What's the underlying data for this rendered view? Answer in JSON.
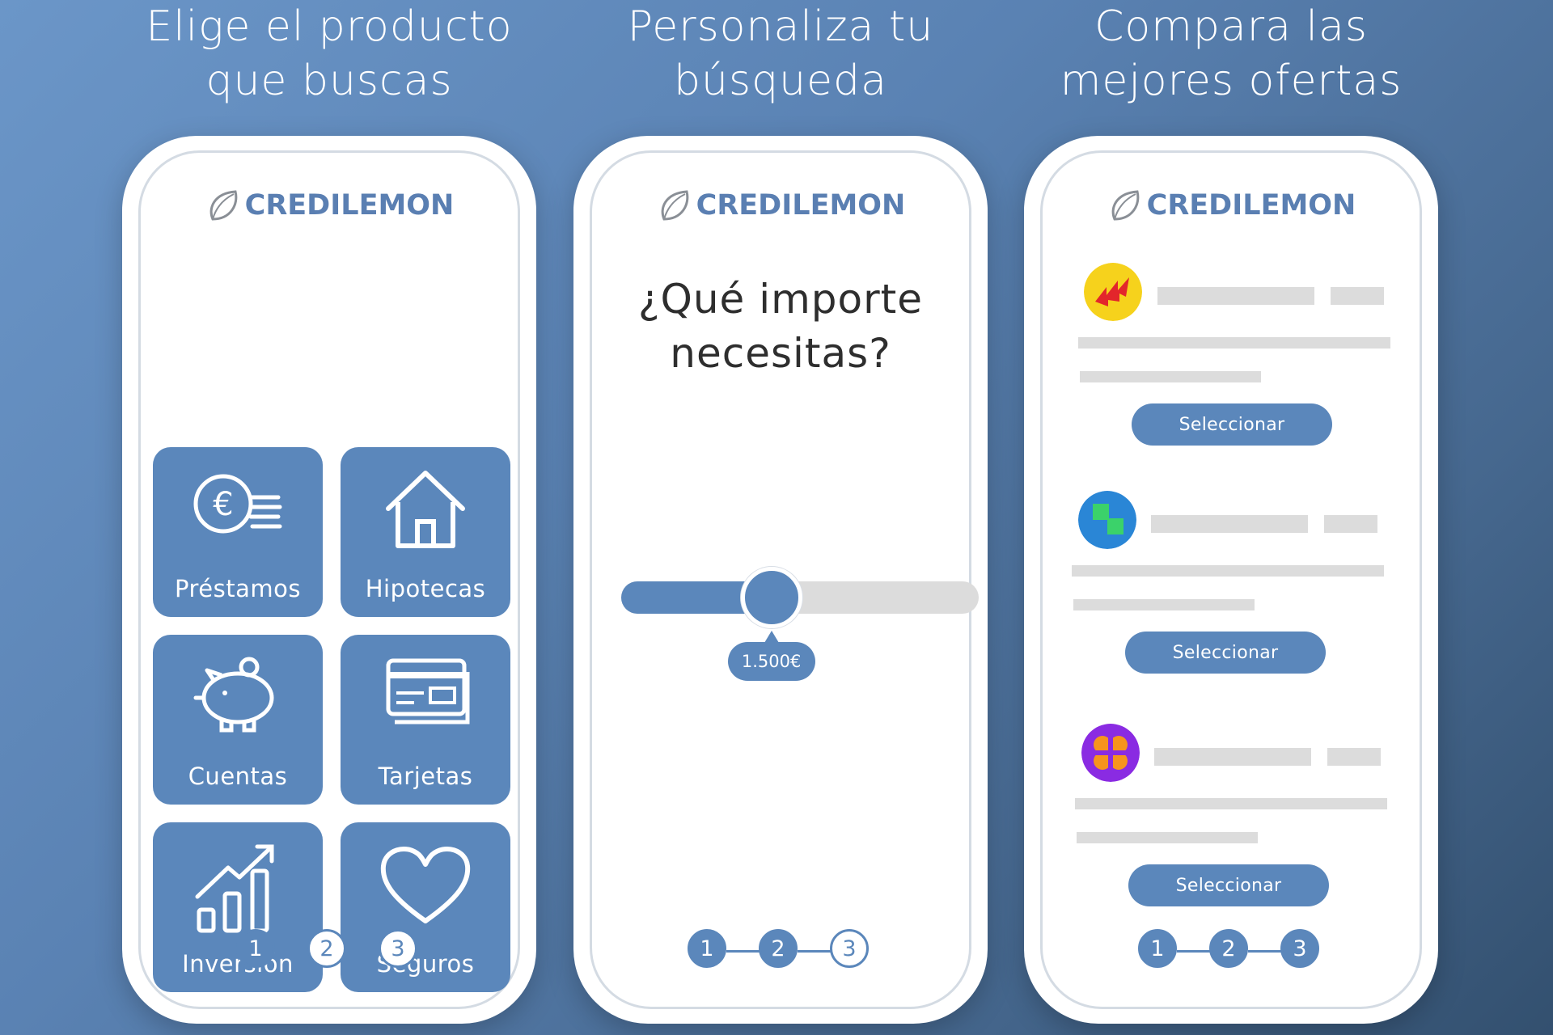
{
  "headings": [
    {
      "line1": "Elige el producto",
      "line2": "que buscas"
    },
    {
      "line1": "Personaliza tu",
      "line2": "búsqueda"
    },
    {
      "line1": "Compara las",
      "line2": "mejores ofertas"
    }
  ],
  "brand": {
    "name": "CREDILEMON",
    "color": "#5a7fb2"
  },
  "accent_color": "#5b87bb",
  "products": [
    {
      "label": "Préstamos",
      "icon": "euro-coins-icon"
    },
    {
      "label": "Hipotecas",
      "icon": "house-icon"
    },
    {
      "label": "Cuentas",
      "icon": "piggy-bank-icon"
    },
    {
      "label": "Tarjetas",
      "icon": "credit-cards-icon"
    },
    {
      "label": "Inversión",
      "icon": "growth-chart-icon"
    },
    {
      "label": "Seguros",
      "icon": "heart-icon"
    }
  ],
  "customize": {
    "question_line1": "¿Qué importe",
    "question_line2": "necesitas?",
    "amount_label": "1.500€",
    "slider_fraction": 0.42
  },
  "offers": [
    {
      "button_label": "Seleccionar",
      "logo_icon": "red-yellow-arrows-logo-icon"
    },
    {
      "button_label": "Seleccionar",
      "logo_icon": "blue-green-squares-logo-icon"
    },
    {
      "button_label": "Seleccionar",
      "logo_icon": "orange-purple-flower-logo-icon"
    }
  ],
  "steps": [
    "1",
    "2",
    "3"
  ]
}
